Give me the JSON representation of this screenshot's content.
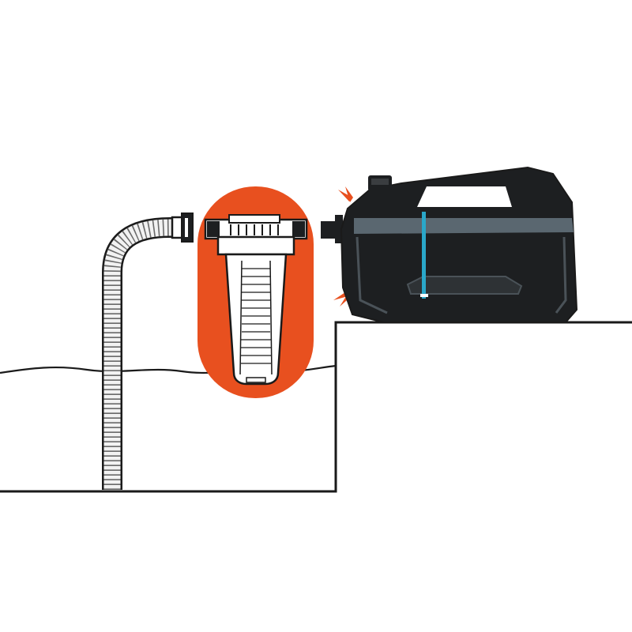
{
  "diagram": {
    "components": [
      {
        "id": "suction-hose",
        "icon": "hose-icon"
      },
      {
        "id": "hose-coupling",
        "icon": "coupling-icon"
      },
      {
        "id": "pre-filter",
        "icon": "filter-icon",
        "highlighted": true
      },
      {
        "id": "garden-pump",
        "icon": "pump-icon"
      },
      {
        "id": "water-reservoir",
        "icon": "water-icon"
      },
      {
        "id": "ground-step",
        "icon": "step-icon"
      }
    ],
    "colors": {
      "background": "#ffffff",
      "outline": "#1a1a1a",
      "highlight": "#e8501f",
      "pump_body": "#1d1f21",
      "pump_band": "#5a6770",
      "accent_line": "#2aa7c9",
      "hose_fill": "#f2f2f2"
    }
  }
}
